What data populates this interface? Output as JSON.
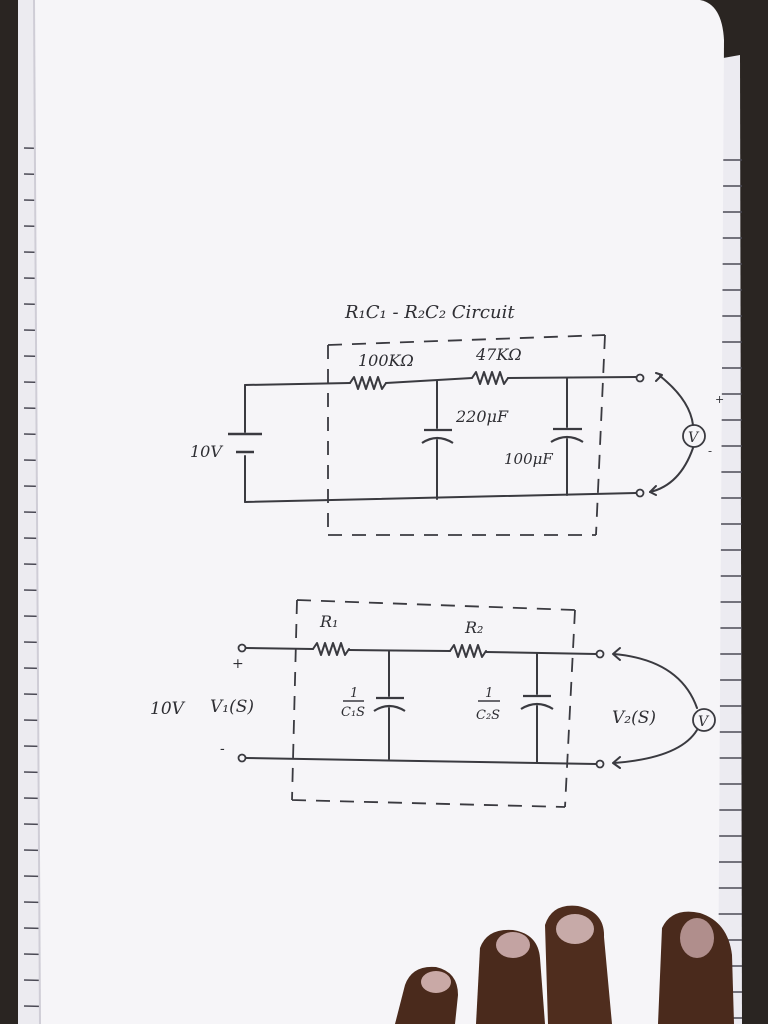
{
  "circuit_a": {
    "title": "R₁C₁ - R₂C₂  Circuit",
    "r1_label": "100KΩ",
    "r2_label": "47KΩ",
    "c1_label": "220μF",
    "c2_label": "100μF",
    "source_label": "10V",
    "plus": "+",
    "minus": "-",
    "meter_label": "V"
  },
  "circuit_b": {
    "r1_label": "R₁",
    "r2_label": "R₂",
    "c1_num": "1",
    "c1_den": "C₁S",
    "c2_num": "1",
    "c2_den": "C₂S",
    "source_value": "10V",
    "source_label": "V₁(S)",
    "plus": "+",
    "minus": "-",
    "output_label": "V₂(S)",
    "meter_label": "V"
  },
  "colors": {
    "paper": "#f6f5f8",
    "ink": "#3a3a40",
    "skin": "#4a2a1c"
  }
}
